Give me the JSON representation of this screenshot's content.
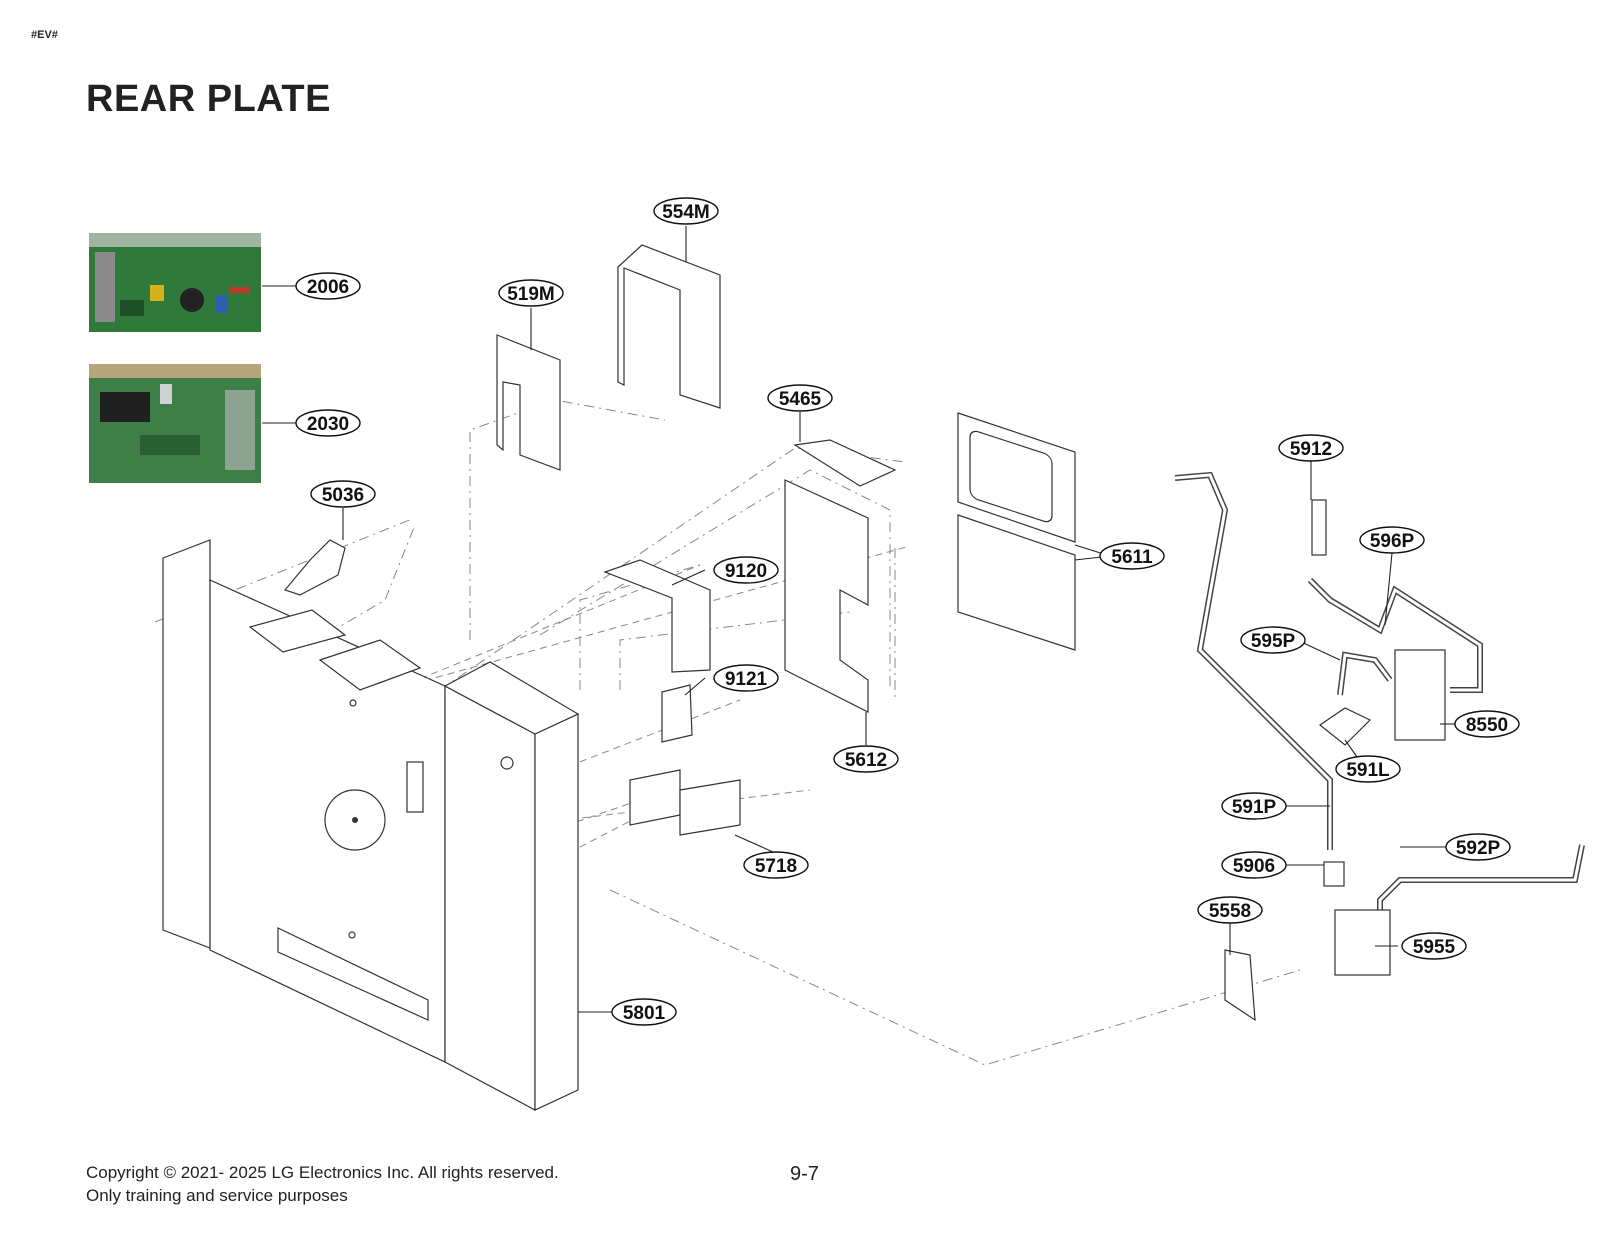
{
  "page": {
    "mark": "#EV#",
    "title": "REAR PLATE",
    "copyright": "Copyright © 2021- 2025 LG Electronics Inc. All rights reserved.",
    "purpose": "Only training and service purposes",
    "page_number": "9-7"
  },
  "callouts": [
    {
      "id": "2006",
      "label": "2006"
    },
    {
      "id": "2030",
      "label": "2030"
    },
    {
      "id": "5036",
      "label": "5036"
    },
    {
      "id": "519M",
      "label": "519M"
    },
    {
      "id": "554M",
      "label": "554M"
    },
    {
      "id": "5465",
      "label": "5465"
    },
    {
      "id": "9120",
      "label": "9120"
    },
    {
      "id": "9121",
      "label": "9121"
    },
    {
      "id": "5612",
      "label": "5612"
    },
    {
      "id": "5611",
      "label": "5611"
    },
    {
      "id": "5718",
      "label": "5718"
    },
    {
      "id": "5801",
      "label": "5801"
    },
    {
      "id": "5912",
      "label": "5912"
    },
    {
      "id": "596P",
      "label": "596P"
    },
    {
      "id": "595P",
      "label": "595P"
    },
    {
      "id": "8550",
      "label": "8550"
    },
    {
      "id": "591L",
      "label": "591L"
    },
    {
      "id": "591P",
      "label": "591P"
    },
    {
      "id": "592P",
      "label": "592P"
    },
    {
      "id": "5906",
      "label": "5906"
    },
    {
      "id": "5558",
      "label": "5558"
    },
    {
      "id": "5955",
      "label": "5955"
    }
  ]
}
